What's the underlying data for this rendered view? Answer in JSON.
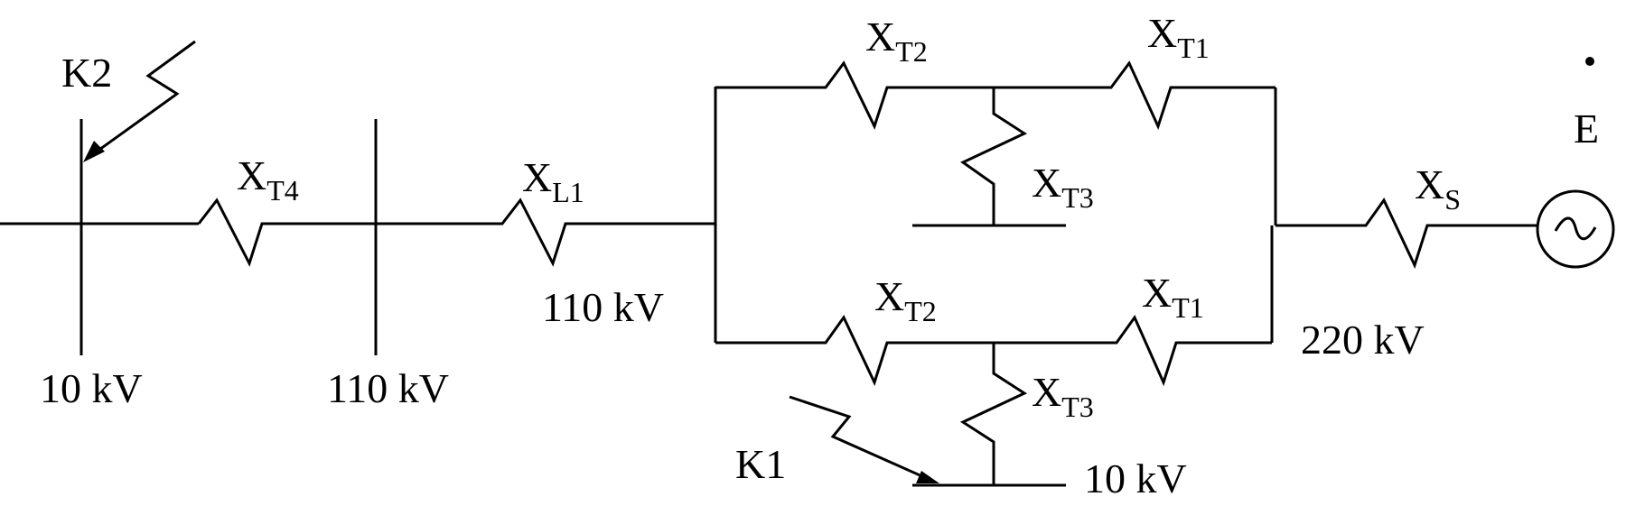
{
  "labels": {
    "xt4": {
      "main": "X",
      "sub": "T4"
    },
    "xl1": {
      "main": "X",
      "sub": "L1"
    },
    "xt2_top": {
      "main": "X",
      "sub": "T2"
    },
    "xt1_top": {
      "main": "X",
      "sub": "T1"
    },
    "xt3_top": {
      "main": "X",
      "sub": "T3"
    },
    "xt2_bot": {
      "main": "X",
      "sub": "T2"
    },
    "xt1_bot": {
      "main": "X",
      "sub": "T1"
    },
    "xt3_bot": {
      "main": "X",
      "sub": "T3"
    },
    "xs": {
      "main": "X",
      "sub": "S"
    },
    "source": "E",
    "k1": "K1",
    "k2": "K2",
    "v_10kv_left": "10 kV",
    "v_110kv_bus": "110 kV",
    "v_110kv_line": "110 kV",
    "v_220kv": "220 kV",
    "v_10kv_bottom": "10 kV"
  },
  "colors": {
    "line": "#000000",
    "background": "#ffffff"
  }
}
